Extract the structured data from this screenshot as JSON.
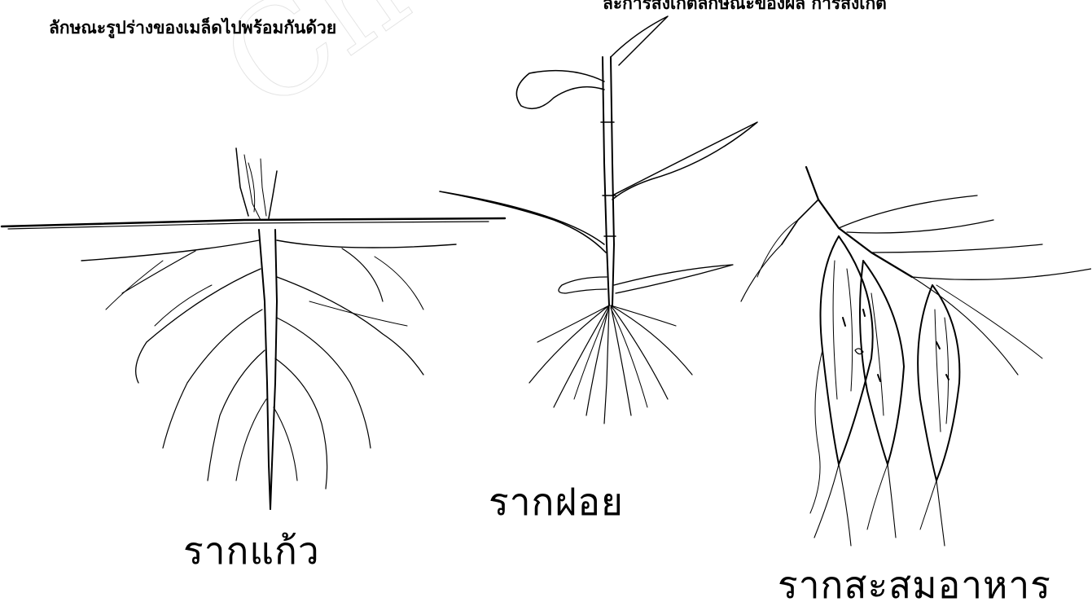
{
  "text": {
    "top_left_caption": "ลักษณะรูปร่างของเมล็ดไปพร้อมกันด้วย",
    "top_right_caption": "ละการสังเกตลักษณะของผล   การสังเกต",
    "watermark": "Ch"
  },
  "labels": {
    "tap_root": "รากแก้ว",
    "fibrous_root": "รากฝอย",
    "storage_root": "รากสะสมอาหาร"
  },
  "icons": {
    "tap_root_drawing": "tap-root-illustration",
    "fibrous_root_drawing": "fibrous-root-illustration",
    "storage_root_drawing": "storage-root-illustration"
  }
}
